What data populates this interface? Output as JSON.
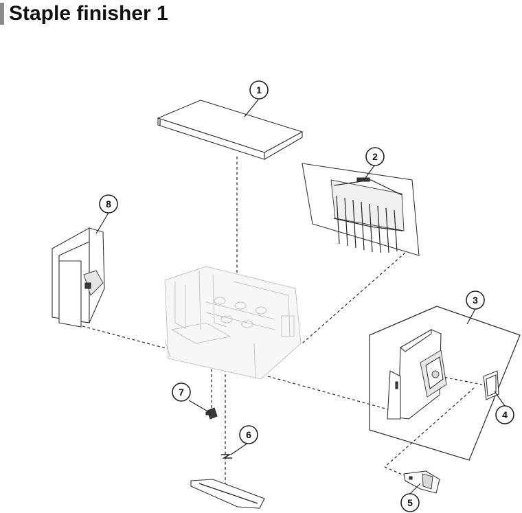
{
  "page": {
    "title": "Staple finisher 1",
    "accent_bar_color": "#8a8a8a"
  },
  "callouts": [
    {
      "id": "1",
      "label": "1"
    },
    {
      "id": "2",
      "label": "2"
    },
    {
      "id": "3",
      "label": "3"
    },
    {
      "id": "4",
      "label": "4"
    },
    {
      "id": "5",
      "label": "5"
    },
    {
      "id": "6",
      "label": "6"
    },
    {
      "id": "7",
      "label": "7"
    },
    {
      "id": "8",
      "label": "8"
    }
  ]
}
